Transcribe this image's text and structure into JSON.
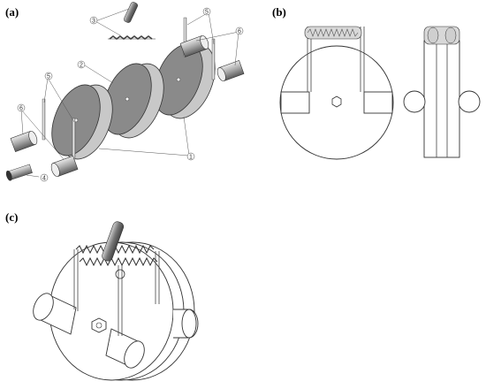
{
  "panels": {
    "a": "(a)",
    "b": "(b)",
    "c": "(c)"
  },
  "callouts": {
    "n1": "1",
    "n2": "2",
    "n3": "3",
    "n4": "4",
    "n5": "5",
    "n6": "6"
  },
  "colors": {
    "disc_face": "#7f7f7f",
    "disc_rim": "#c8c8c8",
    "metal_dark": "#6e6e6e",
    "metal_light": "#d9d9d9",
    "line": "#333333"
  }
}
